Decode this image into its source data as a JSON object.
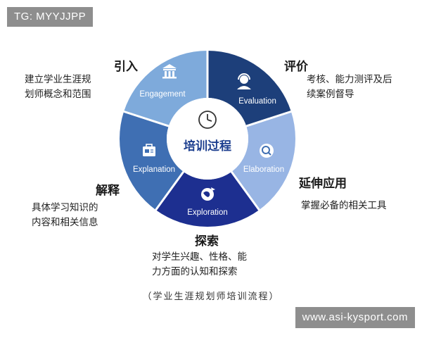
{
  "watermarks": {
    "top_left": "TG: MYYJJPP",
    "bottom_right": "www.asi-kysport.com"
  },
  "diagram": {
    "center_label": "培训过程",
    "center_icon": "clock-icon",
    "segments": [
      {
        "key": "engagement",
        "label": "Engagement",
        "icon": "bank-building-icon",
        "color": "#7eaadb"
      },
      {
        "key": "evaluation",
        "label": "Evaluation",
        "icon": "person-headset-icon",
        "color": "#1d3f7a"
      },
      {
        "key": "elaboration",
        "label": "Elaboration",
        "icon": "search-magnifier-icon",
        "color": "#98b5e4"
      },
      {
        "key": "exploration",
        "label": "Exploration",
        "icon": "globe-plane-icon",
        "color": "#1d2f90"
      },
      {
        "key": "explanation",
        "label": "Explanation",
        "icon": "document-briefcase-icon",
        "color": "#3f6fb3"
      }
    ]
  },
  "annotations": {
    "engagement": {
      "title": "引入",
      "lines": [
        "建立学业生涯规",
        "划师概念和范围"
      ]
    },
    "evaluation": {
      "title": "评价",
      "lines": [
        "考核、能力测评及后",
        "续案例督导"
      ]
    },
    "elaboration": {
      "title": "延伸应用",
      "lines": [
        "掌握必备的相关工具"
      ]
    },
    "exploration": {
      "title": "探索",
      "lines": [
        "对学生兴趣、性格、能",
        "力方面的认知和探索"
      ]
    },
    "explanation": {
      "title": "解释",
      "lines": [
        "具体学习知识的",
        "内容和相关信息"
      ]
    }
  },
  "caption": "（学业生涯规划师培训流程）"
}
